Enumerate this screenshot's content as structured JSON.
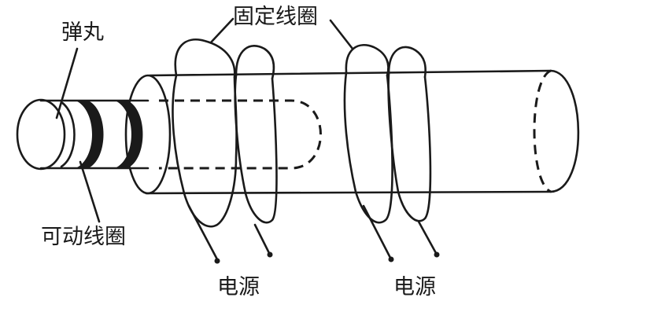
{
  "labels": {
    "projectile": "弹丸",
    "fixed_coil": "固定线圈",
    "moving_coil": "可动线圈",
    "power_source_1": "电源",
    "power_source_2": "电源"
  }
}
